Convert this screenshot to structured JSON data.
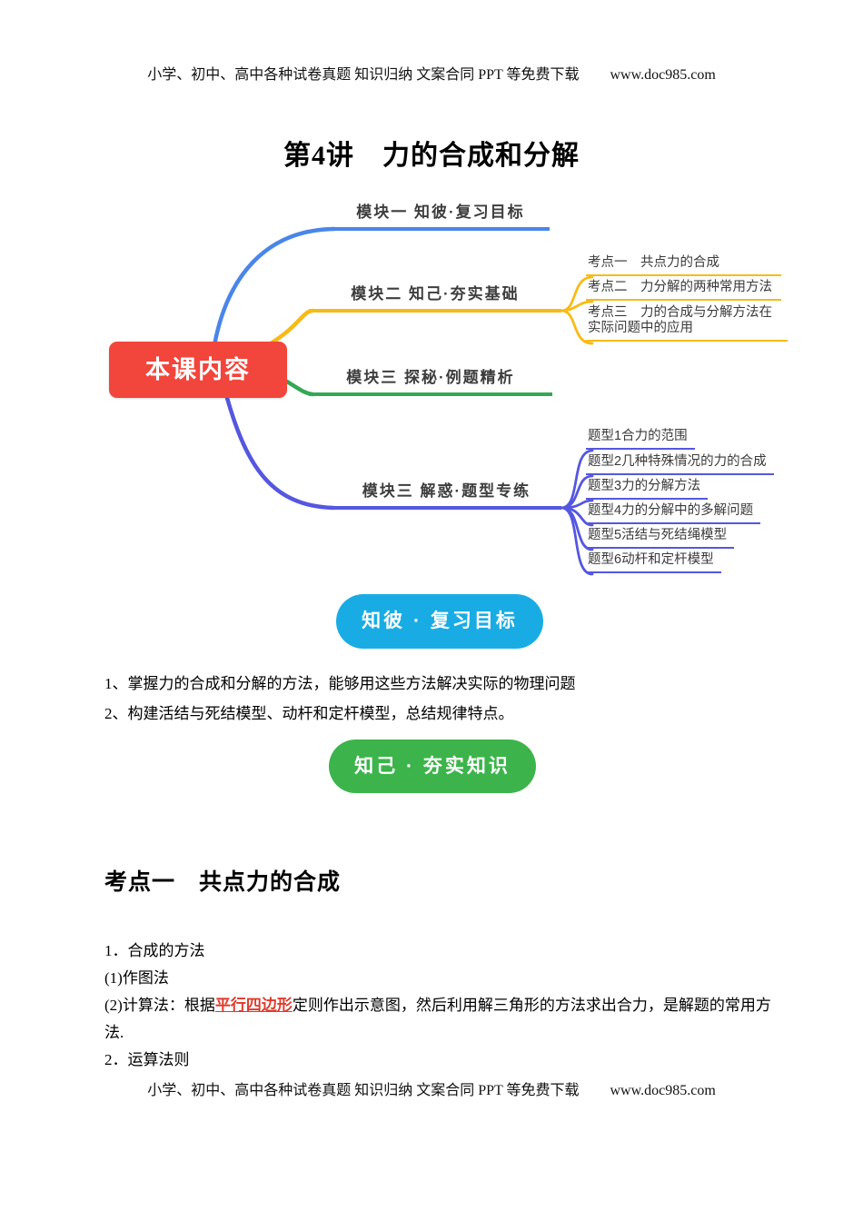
{
  "header": {
    "text": "小学、初中、高中各种试卷真题 知识归纳 文案合同 PPT 等免费下载",
    "url": "www.doc985.com"
  },
  "title": "第4讲　力的合成和分解",
  "mindmap": {
    "center": "本课内容",
    "colors": {
      "center_bg": "#f2453c",
      "branch1": "#4a86e8",
      "branch2": "#f7bb17",
      "branch3": "#34a853",
      "branch4": "#5557df"
    },
    "branches": [
      {
        "label": "模块一 知彼·复习目标",
        "children": []
      },
      {
        "label": "模块二 知己·夯实基础",
        "children": [
          "考点一　共点力的合成",
          "考点二　力分解的两种常用方法",
          "考点三　力的合成与分解方法在实际问题中的应用"
        ]
      },
      {
        "label": "模块三 探秘·例题精析",
        "children": []
      },
      {
        "label": "模块三 解惑·题型专练",
        "children": [
          "题型1合力的范围",
          "题型2几种特殊情况的力的合成",
          "题型3力的分解方法",
          "题型4力的分解中的多解问题",
          "题型5活结与死结绳模型",
          "题型6动杆和定杆模型"
        ]
      }
    ]
  },
  "pills": [
    {
      "label": "知彼 · 复习目标",
      "color": "#19ace4"
    },
    {
      "label": "知己 · 夯实知识",
      "color": "#3cb44b"
    }
  ],
  "goals": [
    "1、掌握力的合成和分解的方法，能够用这些方法解决实际的物理问题",
    "2、构建活结与死结模型、动杆和定杆模型，总结规律特点。"
  ],
  "section": {
    "heading": "考点一　共点力的合成"
  },
  "body": {
    "p1": "1．合成的方法",
    "p2": "(1)作图法",
    "p3_before": "(2)计算法：根据",
    "p3_red": "平行四边形",
    "p3_after": "定则作出示意图，然后利用解三角形的方法求出合力，是解题的常用方法.",
    "p4": "2．运算法则"
  },
  "footer": {
    "text": "小学、初中、高中各种试卷真题 知识归纳 文案合同 PPT 等免费下载",
    "url": "www.doc985.com"
  }
}
